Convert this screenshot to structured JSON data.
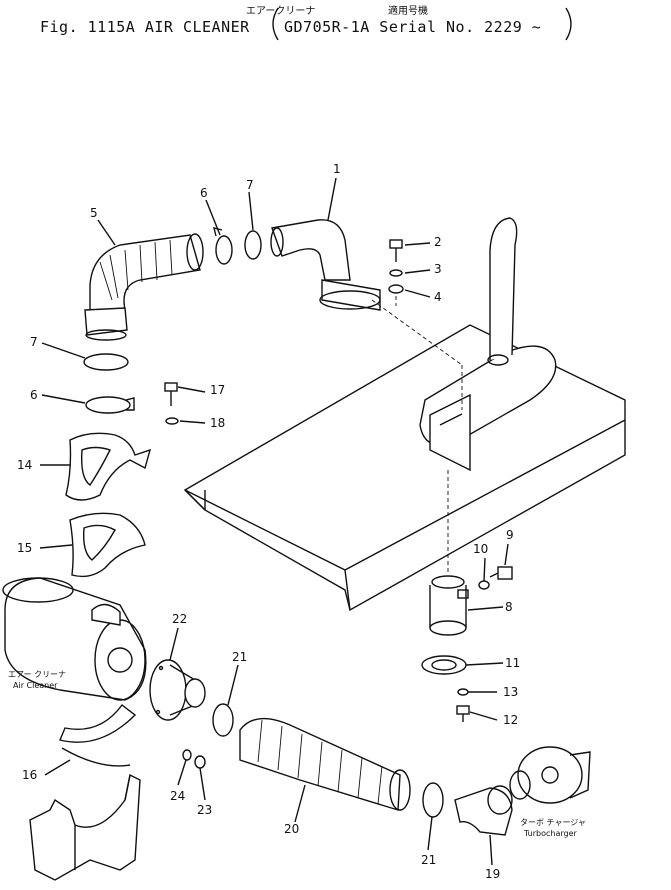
{
  "header": {
    "jp_part_name": "エアークリーナ",
    "jp_applicable_model": "適用号機",
    "title_prefix": "Fig. 1115A  AIR CLEANER",
    "title_serial": "GD705R-1A  Serial  No. 2229 ~"
  },
  "external_labels": {
    "air_cleaner_jp": "エアー クリーナ",
    "air_cleaner_en": "Air Cleaner",
    "turbo_jp": "ターボ チャージャ",
    "turbo_en": "Turbocharger"
  },
  "callouts": {
    "c1": "1",
    "c2": "2",
    "c3": "3",
    "c4": "4",
    "c5": "5",
    "c6a": "6",
    "c6b": "6",
    "c7a": "7",
    "c7b": "7",
    "c8": "8",
    "c9": "9",
    "c10": "10",
    "c11": "11",
    "c12": "12",
    "c13": "13",
    "c14": "14",
    "c15": "15",
    "c16": "16",
    "c17": "17",
    "c18": "18",
    "c19": "19",
    "c20": "20",
    "c21a": "21",
    "c21b": "21",
    "c22": "22",
    "c23": "23",
    "c24": "24"
  }
}
